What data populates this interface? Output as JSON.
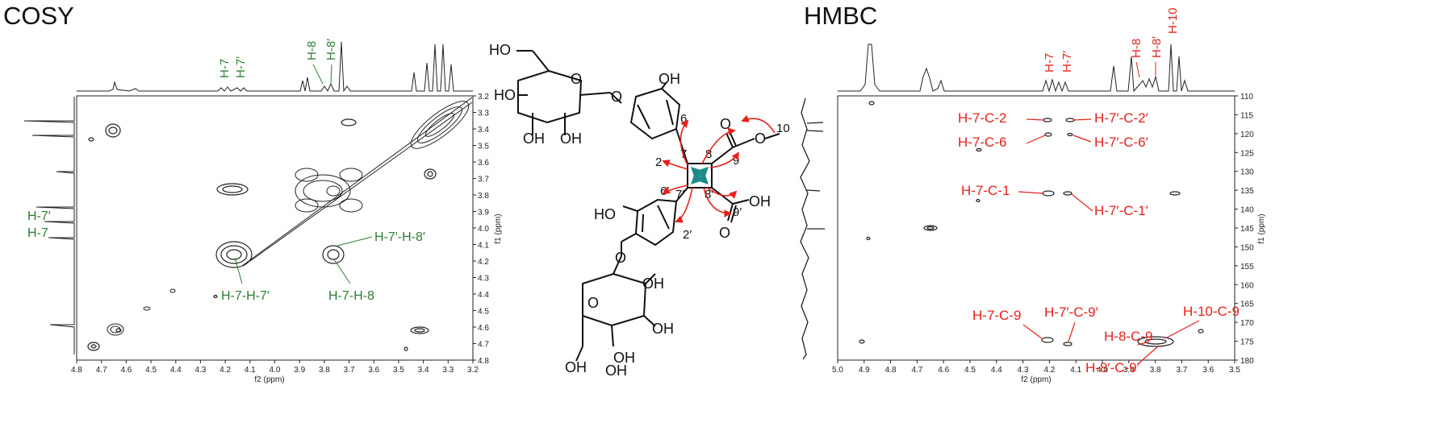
{
  "colors": {
    "green": "#2e7d32",
    "red": "#e8201a",
    "teal": "#1f8a8a",
    "ink": "#111111"
  },
  "cosy": {
    "title": "COSY",
    "f2_label": "f2 (ppm)",
    "f1_label": "f1 (ppm)",
    "top_labels": [
      "H-7",
      "H-7′",
      "H-8",
      "H-8′"
    ],
    "side_labels": [
      "H-7′",
      "H-7"
    ],
    "annotations": [
      "H-7′-H-8′",
      "H-7-H-7′",
      "H-7-H-8"
    ],
    "x_ticks": [
      "4.8",
      "4.7",
      "4.6",
      "4.5",
      "4.4",
      "4.3",
      "4.2",
      "4.1",
      "4.0",
      "3.9",
      "3.8",
      "3.7",
      "3.6",
      "3.5",
      "3.4",
      "3.3",
      "3.2"
    ],
    "y_ticks": [
      "3.2",
      "3.3",
      "3.4",
      "3.5",
      "3.6",
      "3.7",
      "3.8",
      "3.9",
      "4.0",
      "4.1",
      "4.2",
      "4.3",
      "4.4",
      "4.5",
      "4.6",
      "4.7",
      "4.8"
    ]
  },
  "hmbc": {
    "title": "HMBC",
    "f2_label": "f2 (ppm)",
    "f1_label": "f1 (ppm)",
    "top_labels": [
      "H-7",
      "H-7′",
      "H-8",
      "H-8′",
      "H-10"
    ],
    "annotations": [
      "H-7-C-2",
      "H-7′-C-2′",
      "H-7-C-6",
      "H-7′-C-6′",
      "H-7-C-1",
      "H-7′-C-1′",
      "H-10-C-9",
      "H-8-C-9",
      "H-7-C-9",
      "H-7′-C-9′",
      "H-8′-C-9′"
    ],
    "x_ticks": [
      "5.0",
      "4.9",
      "4.8",
      "4.7",
      "4.6",
      "4.5",
      "4.4",
      "4.3",
      "4.2",
      "4.1",
      "4.0",
      "3.9",
      "3.8",
      "3.7",
      "3.6",
      "3.5"
    ],
    "y_ticks": [
      "110",
      "115",
      "120",
      "125",
      "130",
      "135",
      "140",
      "145",
      "150",
      "155",
      "160",
      "165",
      "170",
      "175",
      "180"
    ]
  },
  "structure": {
    "atoms": [
      "HO",
      "OH",
      "O",
      "O",
      "HO",
      "OH",
      "OH",
      "O",
      "O",
      "O",
      "OH",
      "HO",
      "OH",
      "O",
      "O",
      "OH",
      "OH",
      "OH",
      "OH"
    ],
    "numbers": [
      "6",
      "2",
      "7",
      "8",
      "9",
      "10",
      "6′",
      "7′",
      "8′",
      "9′",
      "2′"
    ]
  }
}
